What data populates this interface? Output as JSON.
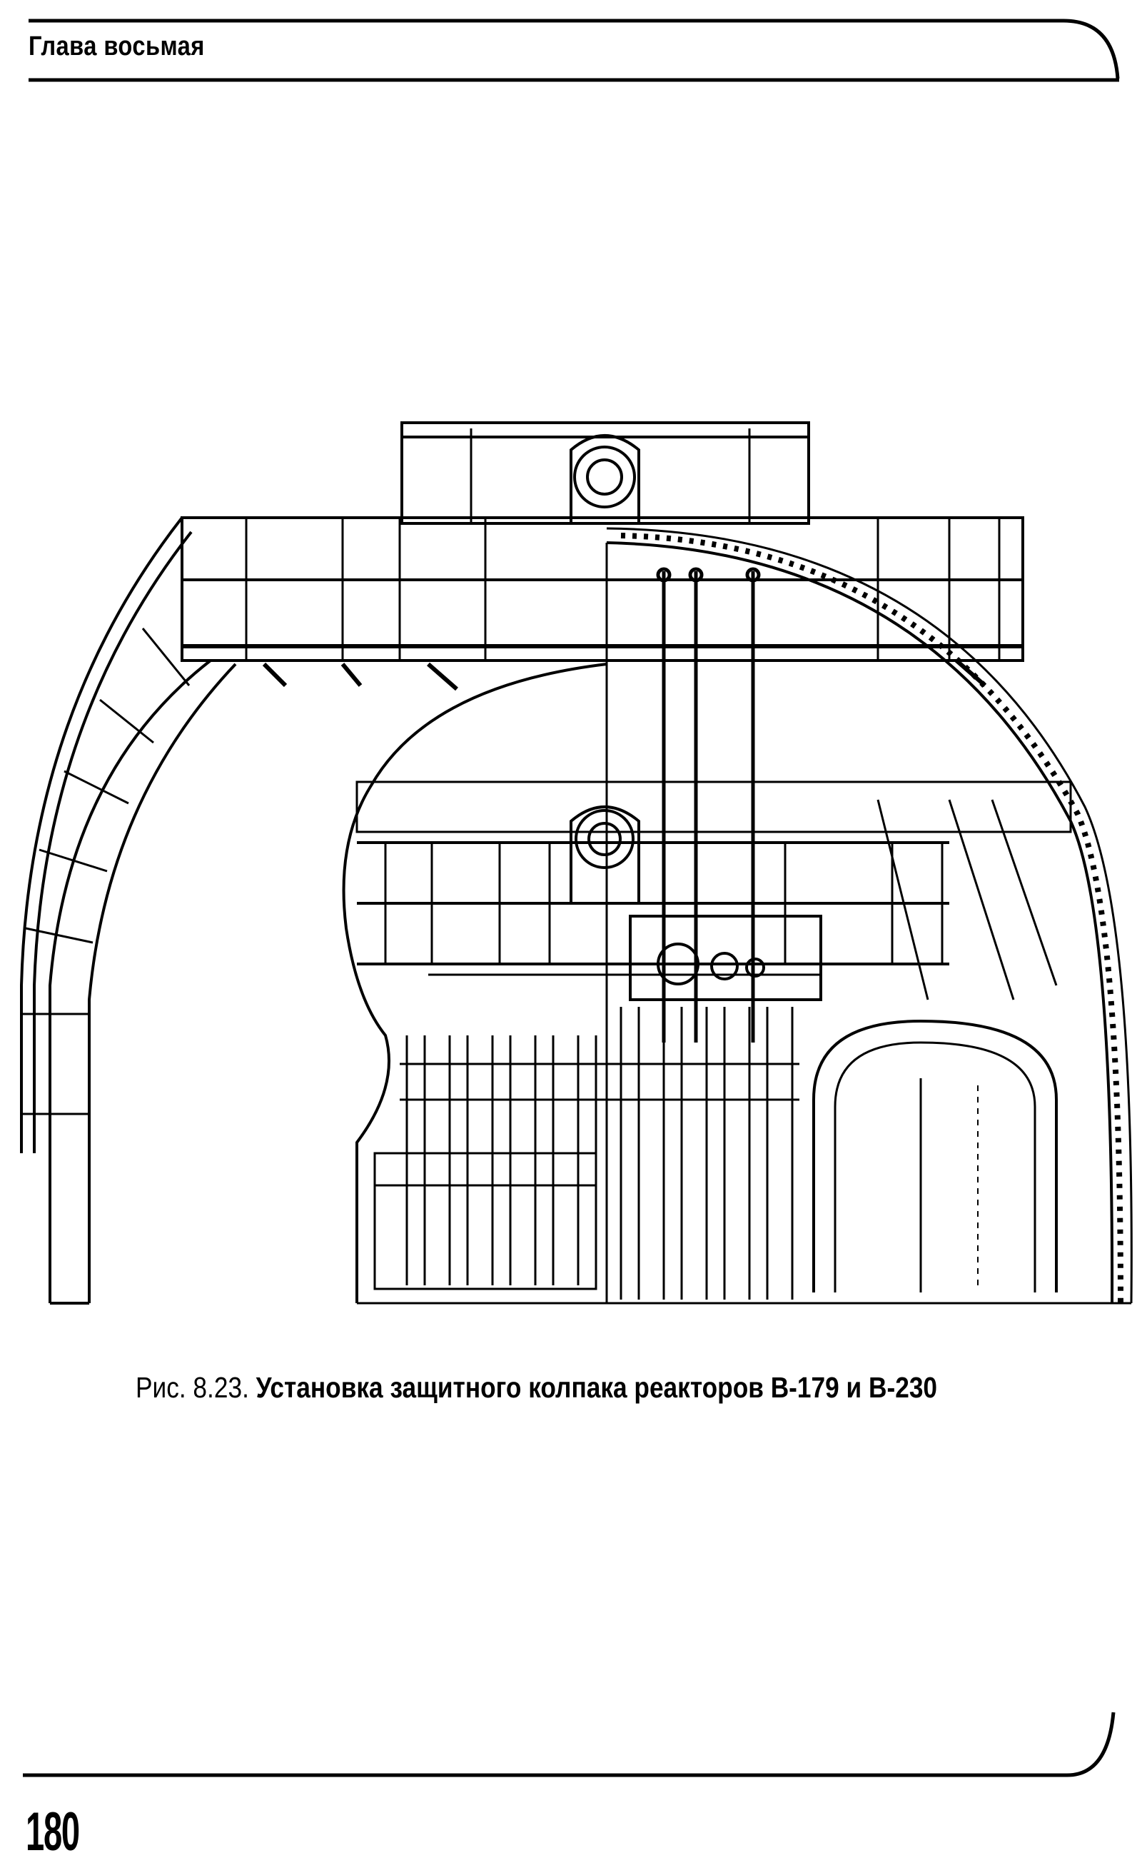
{
  "header": {
    "chapter_title": "Глава восьмая"
  },
  "figure": {
    "number": "Рис. 8.23.",
    "title": "Установка защитного колпака реакторов В-179 и В-230"
  },
  "footer": {
    "page_number": "180"
  }
}
